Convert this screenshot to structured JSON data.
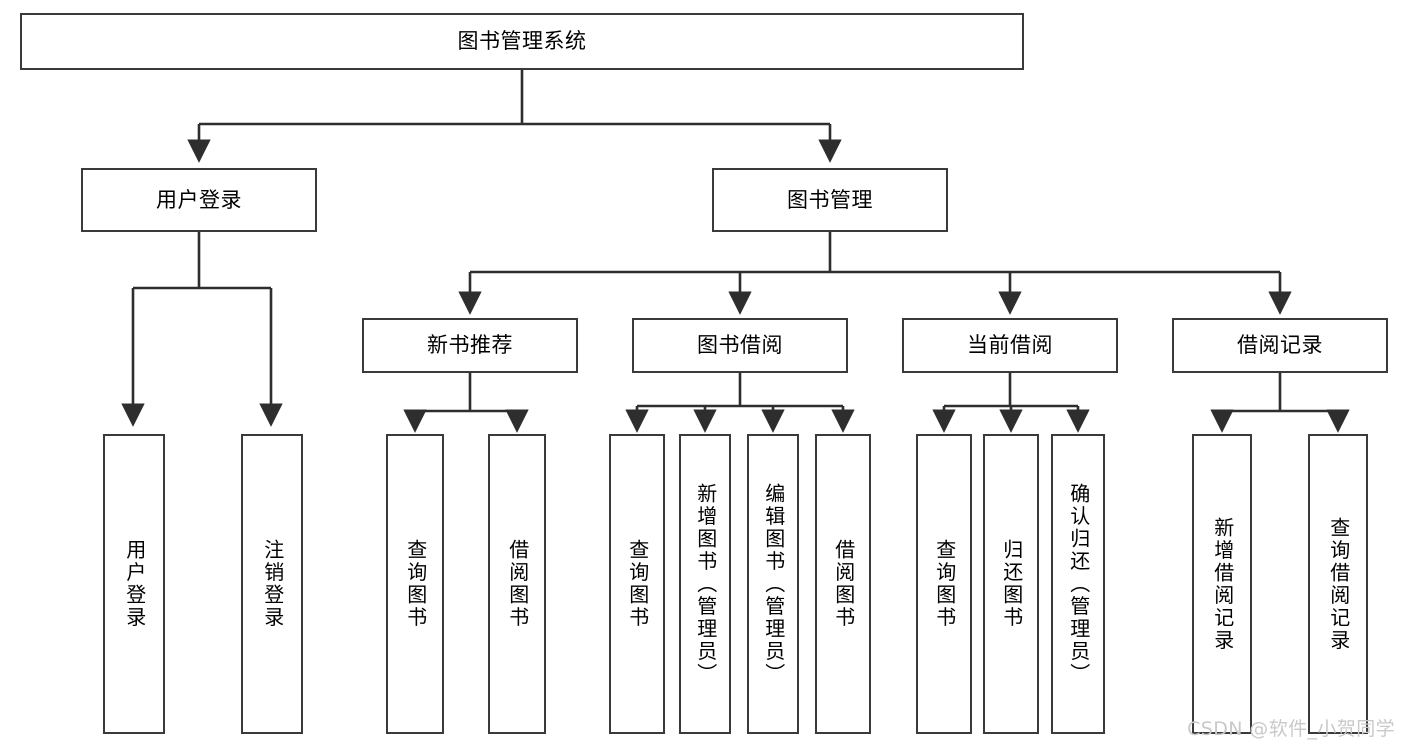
{
  "diagram": {
    "title": "图书管理系统",
    "watermark": "CSDN @软件_小贺同学",
    "root": {
      "label": "图书管理系统"
    },
    "level2": [
      {
        "label": "用户登录"
      },
      {
        "label": "图书管理"
      }
    ],
    "level3": [
      {
        "label": "新书推荐"
      },
      {
        "label": "图书借阅"
      },
      {
        "label": "当前借阅"
      },
      {
        "label": "借阅记录"
      }
    ],
    "leaves": {
      "user_login": [
        {
          "label": "用户登录"
        },
        {
          "label": "注销登录"
        }
      ],
      "new_book_recommend": [
        {
          "label": "查询图书"
        },
        {
          "label": "借阅图书"
        }
      ],
      "book_borrow": [
        {
          "label": "查询图书"
        },
        {
          "label": "新增图书（管理员）"
        },
        {
          "label": "编辑图书（管理员）"
        },
        {
          "label": "借阅图书"
        }
      ],
      "current_borrow": [
        {
          "label": "查询图书"
        },
        {
          "label": "归还图书"
        },
        {
          "label": "确认归还（管理员）"
        }
      ],
      "borrow_record": [
        {
          "label": "新增借阅记录"
        },
        {
          "label": "查询借阅记录"
        }
      ]
    }
  },
  "colors": {
    "border": "#3a3a3a",
    "background": "#ffffff",
    "text": "#000000",
    "watermark": "#c9c9c9"
  }
}
